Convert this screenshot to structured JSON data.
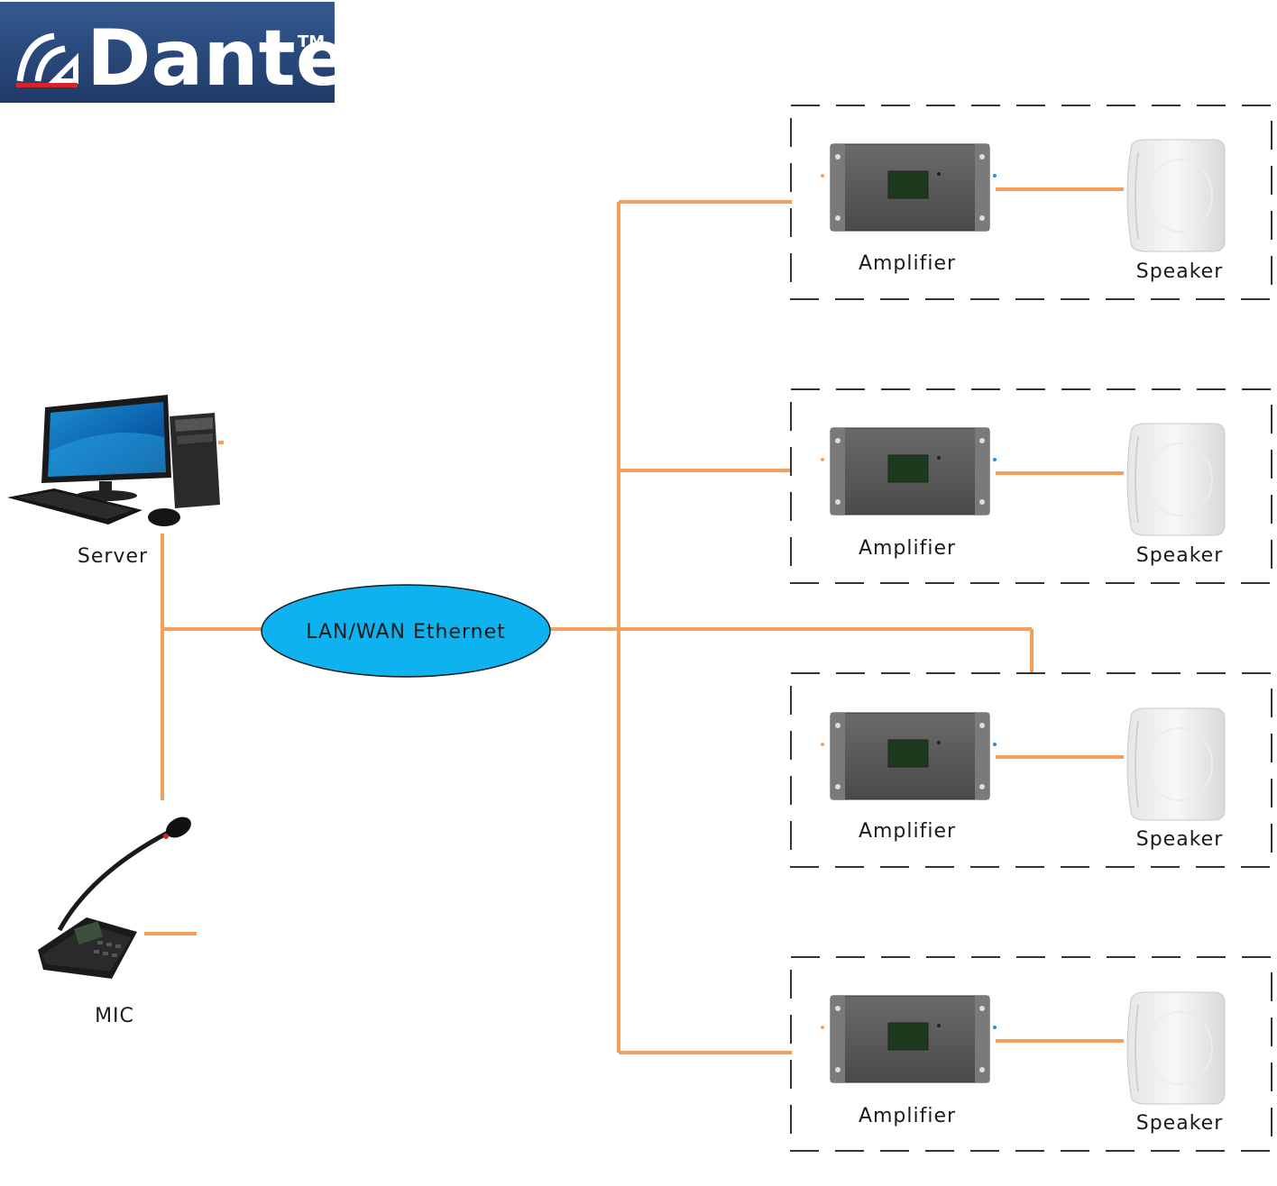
{
  "logo": {
    "brand": "Dante",
    "trademark": "TM",
    "background_color": "#2a4a7f",
    "accent_color": "#d9252a"
  },
  "network": {
    "label": "LAN/WAN Ethernet",
    "fill_color": "#0db2ee"
  },
  "devices": {
    "server_label": "Server",
    "mic_label": "MIC"
  },
  "zones": [
    {
      "amplifier_label": "Amplifier",
      "speaker_label": "Speaker"
    },
    {
      "amplifier_label": "Amplifier",
      "speaker_label": "Speaker"
    },
    {
      "amplifier_label": "Amplifier",
      "speaker_label": "Speaker"
    },
    {
      "amplifier_label": "Amplifier",
      "speaker_label": "Speaker"
    }
  ],
  "colors": {
    "connection_line": "#f5a05a",
    "zone_border": "#333333"
  }
}
